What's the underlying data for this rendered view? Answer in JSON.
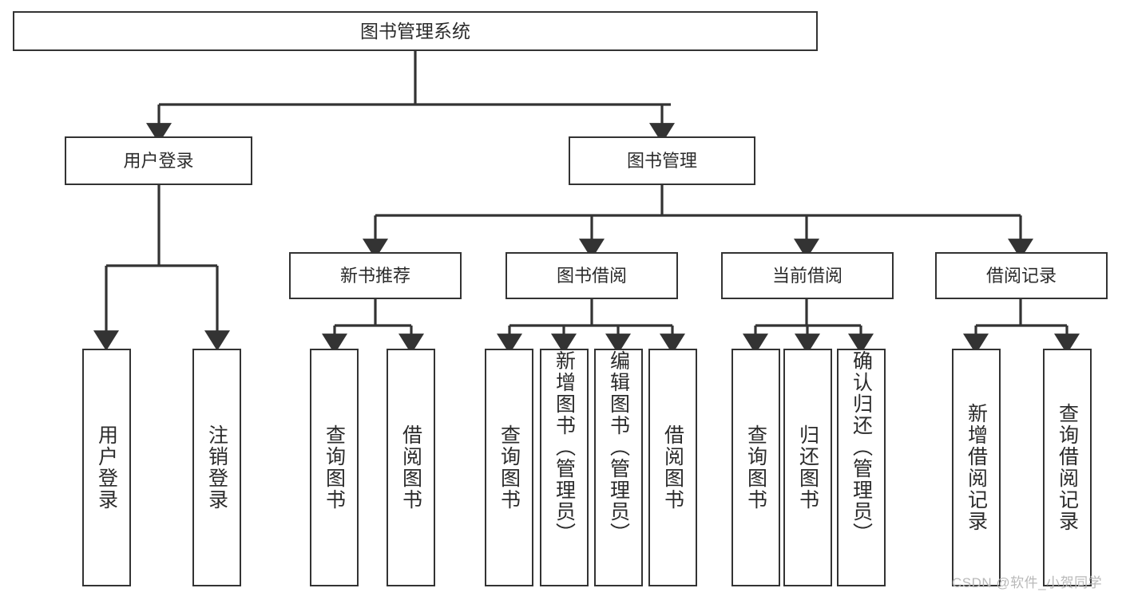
{
  "diagram": {
    "type": "tree",
    "title": "图书管理系统",
    "root": {
      "id": "root",
      "label": "图书管理系统"
    },
    "level1": [
      {
        "id": "user-login",
        "label": "用户登录"
      },
      {
        "id": "book-manage",
        "label": "图书管理"
      }
    ],
    "level2": [
      {
        "id": "new-book-recommend",
        "label": "新书推荐"
      },
      {
        "id": "book-borrow",
        "label": "图书借阅"
      },
      {
        "id": "current-borrow",
        "label": "当前借阅"
      },
      {
        "id": "borrow-record",
        "label": "借阅记录"
      }
    ],
    "leaves": [
      {
        "id": "leaf-user-login",
        "label": "用户登录"
      },
      {
        "id": "leaf-logout-login",
        "label": "注销登录"
      },
      {
        "id": "leaf-query-book-1",
        "label": "查询图书"
      },
      {
        "id": "leaf-borrow-book-1",
        "label": "借阅图书"
      },
      {
        "id": "leaf-query-book-2",
        "label": "查询图书"
      },
      {
        "id": "leaf-add-book-admin",
        "label": "新增图书（管理员）"
      },
      {
        "id": "leaf-edit-book-admin",
        "label": "编辑图书（管理员）"
      },
      {
        "id": "leaf-borrow-book-2",
        "label": "借阅图书"
      },
      {
        "id": "leaf-query-book-3",
        "label": "查询图书"
      },
      {
        "id": "leaf-return-book",
        "label": "归还图书"
      },
      {
        "id": "leaf-confirm-return-admin",
        "label": "确认归还（管理员）"
      },
      {
        "id": "leaf-add-borrow-record",
        "label": "新增借阅记录"
      },
      {
        "id": "leaf-query-borrow-record",
        "label": "查询借阅记录"
      }
    ]
  },
  "watermark": {
    "text": "CSDN @软件_小贺同学"
  },
  "colors": {
    "stroke": "#333333",
    "background": "#ffffff",
    "text": "#2b2b2b",
    "watermark": "#b9b9b9"
  }
}
